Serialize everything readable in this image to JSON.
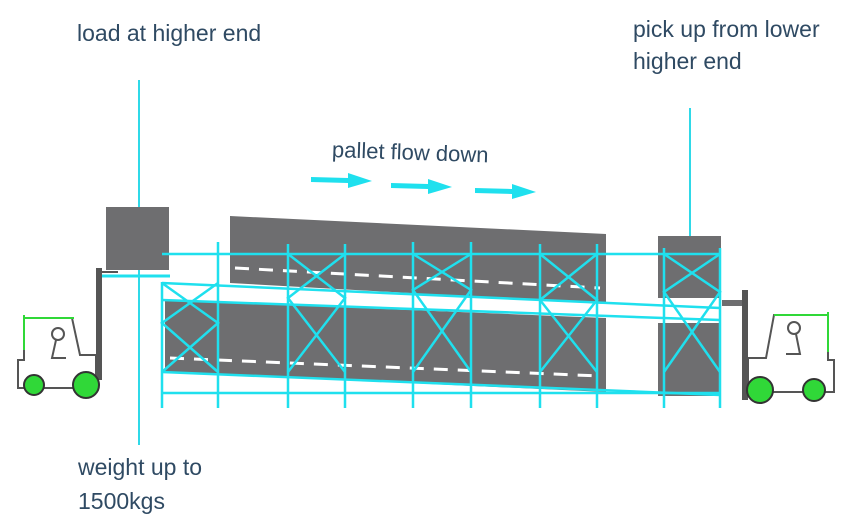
{
  "labels": {
    "load_end": "load at higher end",
    "pick_up_line1": "pick up from lower",
    "pick_up_line2": "higher end",
    "pallet_flow": "pallet flow down",
    "weight_line1": "weight up to",
    "weight_line2": "1500kgs"
  },
  "colors": {
    "rack_frame": "#1fe0ee",
    "pallet": "#6e6e70",
    "text": "#2f4a63",
    "forklift_outline": "#555555",
    "forklift_accent": "#30d838",
    "guide_line": "#2fd9e8"
  },
  "icons": {
    "left_vehicle": "forklift-icon",
    "right_vehicle": "forklift-icon",
    "flow_arrows": "arrow-right-icon"
  }
}
